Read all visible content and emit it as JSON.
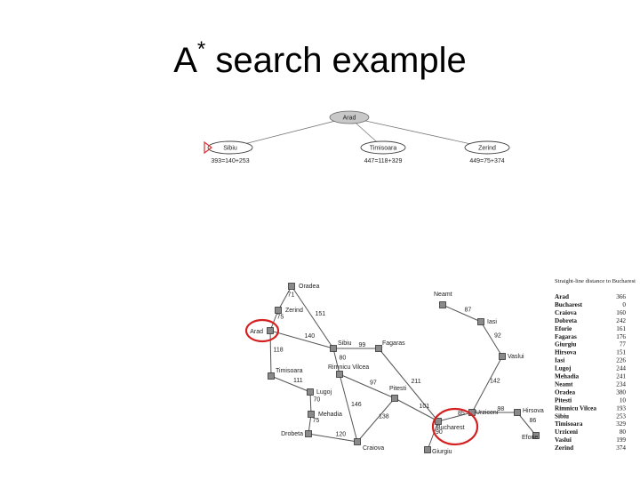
{
  "slide": {
    "title_main": "A",
    "title_sup": "*",
    "title_rest": " search example"
  },
  "search_tree": {
    "root": "Arad",
    "children": [
      {
        "name": "Sibiu",
        "f": "393=140+253"
      },
      {
        "name": "Timisoara",
        "f": "447=118+329"
      },
      {
        "name": "Zerind",
        "f": "449=75+374"
      }
    ]
  },
  "map": {
    "cities": [
      "Oradea",
      "Zerind",
      "Arad",
      "Sibiu",
      "Fagaras",
      "Timisoara",
      "Rimnicu Vilcea",
      "Lugoj",
      "Pitesti",
      "Mehadia",
      "Drobeta",
      "Craiova",
      "Neamt",
      "Iasi",
      "Vaslui",
      "Urziceni",
      "Hirsova",
      "Bucharest",
      "Giurgiu",
      "Eforie"
    ],
    "roads": [
      {
        "from": "Oradea",
        "to": "Zerind",
        "km": 71
      },
      {
        "from": "Zerind",
        "to": "Arad",
        "km": 75
      },
      {
        "from": "Oradea",
        "to": "Sibiu",
        "km": 151
      },
      {
        "from": "Arad",
        "to": "Sibiu",
        "km": 140
      },
      {
        "from": "Arad",
        "to": "Timisoara",
        "km": 118
      },
      {
        "from": "Timisoara",
        "to": "Lugoj",
        "km": 111
      },
      {
        "from": "Lugoj",
        "to": "Mehadia",
        "km": 70
      },
      {
        "from": "Mehadia",
        "to": "Drobeta",
        "km": 75
      },
      {
        "from": "Drobeta",
        "to": "Craiova",
        "km": 120
      },
      {
        "from": "Sibiu",
        "to": "Fagaras",
        "km": 99
      },
      {
        "from": "Sibiu",
        "to": "Rimnicu Vilcea",
        "km": 80
      },
      {
        "from": "Rimnicu Vilcea",
        "to": "Pitesti",
        "km": 97
      },
      {
        "from": "Rimnicu Vilcea",
        "to": "Craiova",
        "km": 146
      },
      {
        "from": "Craiova",
        "to": "Pitesti",
        "km": 138
      },
      {
        "from": "Fagaras",
        "to": "Bucharest",
        "km": 211
      },
      {
        "from": "Pitesti",
        "to": "Bucharest",
        "km": 101
      },
      {
        "from": "Bucharest",
        "to": "Giurgiu",
        "km": 90
      },
      {
        "from": "Bucharest",
        "to": "Urziceni",
        "km": 85
      },
      {
        "from": "Urziceni",
        "to": "Hirsova",
        "km": 98
      },
      {
        "from": "Hirsova",
        "to": "Eforie",
        "km": 86
      },
      {
        "from": "Urziceni",
        "to": "Vaslui",
        "km": 142
      },
      {
        "from": "Vaslui",
        "to": "Iasi",
        "km": 92
      },
      {
        "from": "Iasi",
        "to": "Neamt",
        "km": 87
      }
    ]
  },
  "heuristic_table": {
    "header": "Straight-line distance to Bucharest",
    "rows": [
      {
        "city": "Arad",
        "h": "366"
      },
      {
        "city": "Bucharest",
        "h": "0"
      },
      {
        "city": "Craiova",
        "h": "160"
      },
      {
        "city": "Dobreta",
        "h": "242"
      },
      {
        "city": "Eforie",
        "h": "161"
      },
      {
        "city": "Fagaras",
        "h": "176"
      },
      {
        "city": "Giurgiu",
        "h": "77"
      },
      {
        "city": "Hirsova",
        "h": "151"
      },
      {
        "city": "Iasi",
        "h": "226"
      },
      {
        "city": "Lugoj",
        "h": "244"
      },
      {
        "city": "Mehadia",
        "h": "241"
      },
      {
        "city": "Neamt",
        "h": "234"
      },
      {
        "city": "Oradea",
        "h": "380"
      },
      {
        "city": "Pitesti",
        "h": "10"
      },
      {
        "city": "Rimnicu Vilcea",
        "h": "193"
      },
      {
        "city": "Sibiu",
        "h": "253"
      },
      {
        "city": "Timisoara",
        "h": "329"
      },
      {
        "city": "Urziceni",
        "h": "80"
      },
      {
        "city": "Vaslui",
        "h": "199"
      },
      {
        "city": "Zerind",
        "h": "374"
      }
    ]
  },
  "colors": {
    "highlight_circle": "#d42020",
    "tree_root_fill": "#c8c8c8",
    "node_fill": "#8a8a8a",
    "edge": "#555555",
    "marker": "#e03030"
  }
}
